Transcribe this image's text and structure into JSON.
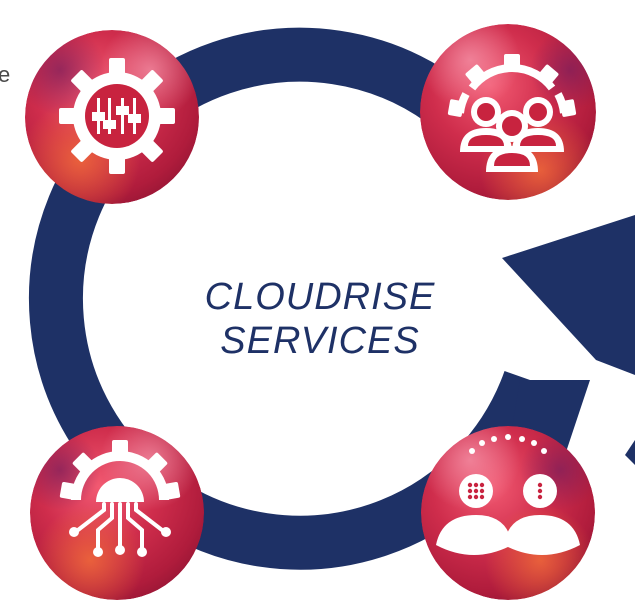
{
  "edge_text": "e",
  "center": {
    "line1": "CLOUDRISE",
    "line2": "SERVICES"
  },
  "colors": {
    "ring": "#1e3166",
    "circle_base": "#c8233f",
    "circle_highlight": "#f0566e",
    "circle_warm": "#e8552f",
    "icon": "#ffffff"
  },
  "nodes": [
    {
      "icon": "settings-sliders-gear-icon"
    },
    {
      "icon": "team-gear-icon"
    },
    {
      "icon": "circuit-gear-icon"
    },
    {
      "icon": "people-connection-icon"
    }
  ]
}
